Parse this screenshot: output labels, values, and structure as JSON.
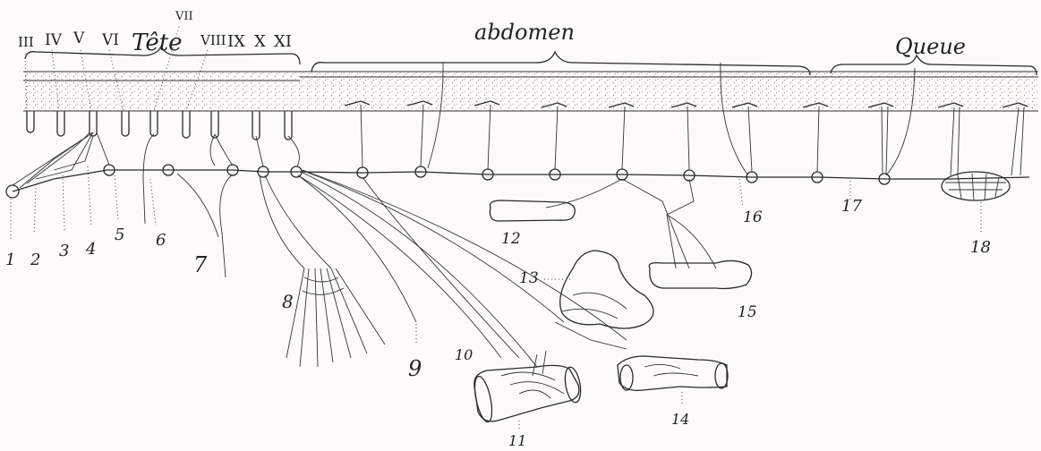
{
  "regions": {
    "head": "Tête",
    "abdomen": "abdomen",
    "tail": "Queue"
  },
  "cranial_nerves": [
    "III",
    "IV",
    "V",
    "VI",
    "VII",
    "VIII",
    "IX",
    "X",
    "XI"
  ],
  "callouts": {
    "n1": "1",
    "n2": "2",
    "n3": "3",
    "n4": "4",
    "n5": "5",
    "n6": "6",
    "n7": "7",
    "n8": "8",
    "n9": "9",
    "n10": "10",
    "n11": "11",
    "n12": "12",
    "n13": "13",
    "n14": "14",
    "n15": "15",
    "n16": "16",
    "n17": "17",
    "n18": "18"
  },
  "colors": {
    "ink": "#2a2a2a",
    "stipple": "#b9b4a8",
    "paper": "#fcfbf8"
  }
}
